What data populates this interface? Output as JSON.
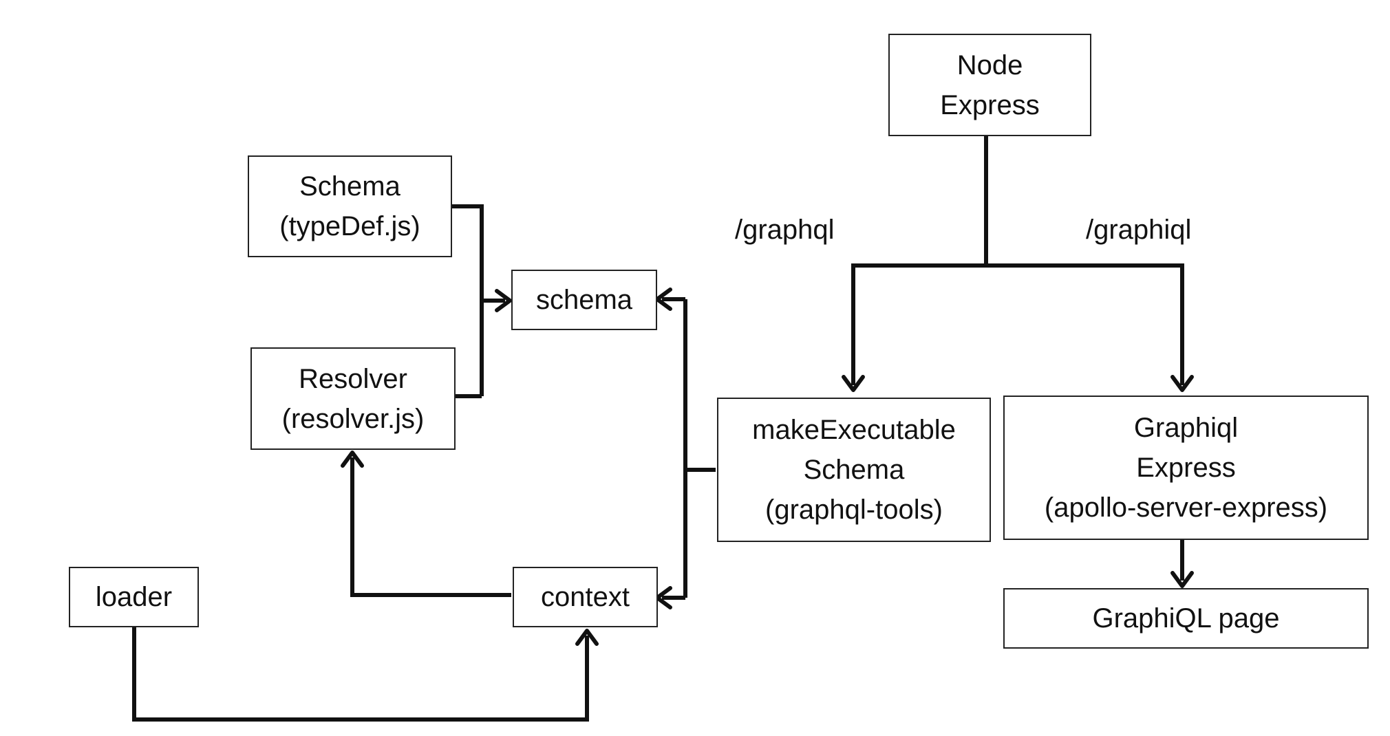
{
  "nodes": {
    "node_express": {
      "lines": [
        "Node",
        "Express"
      ]
    },
    "schema_typedef": {
      "lines": [
        "Schema",
        "(typeDef.js)"
      ]
    },
    "schema": {
      "lines": [
        "schema"
      ]
    },
    "resolver": {
      "lines": [
        "Resolver",
        "(resolver.js)"
      ]
    },
    "make_executable": {
      "lines": [
        "makeExecutable",
        "Schema",
        "(graphql-tools)"
      ]
    },
    "graphiql_express": {
      "lines": [
        "Graphiql",
        "Express",
        "(apollo-server-express)"
      ]
    },
    "graphiql_page": {
      "lines": [
        "GraphiQL page"
      ]
    },
    "loader": {
      "lines": [
        "loader"
      ]
    },
    "context": {
      "lines": [
        "context"
      ]
    }
  },
  "edge_labels": {
    "graphql_route": "/graphql",
    "graphiql_route": "/graphiql"
  }
}
